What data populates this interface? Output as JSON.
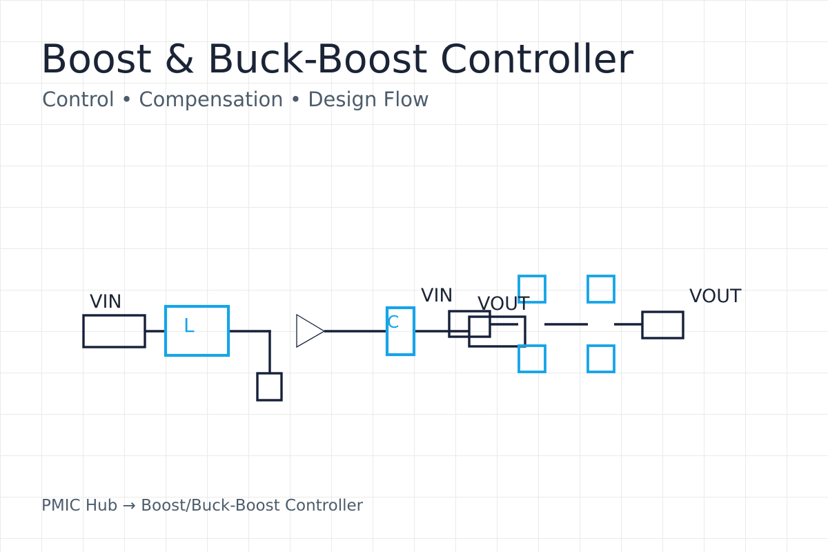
{
  "header": {
    "title": "Boost & Buck-Boost Controller",
    "subtitle": "Control • Compensation • Design Flow"
  },
  "footer": {
    "breadcrumb": "PMIC Hub → Boost/Buck-Boost Controller"
  },
  "colors": {
    "ink": "#16203a",
    "accent": "#16a4e8",
    "muted": "#4d5c6b",
    "grid": "#e9eaeb",
    "background": "#ffffff"
  },
  "diagram": {
    "labels": {
      "vin_left": "VIN",
      "inductor": "L",
      "capacitor": "C",
      "vin_mid": "VIN",
      "vout_mid": "VOUT",
      "vout_right": "VOUT"
    }
  }
}
